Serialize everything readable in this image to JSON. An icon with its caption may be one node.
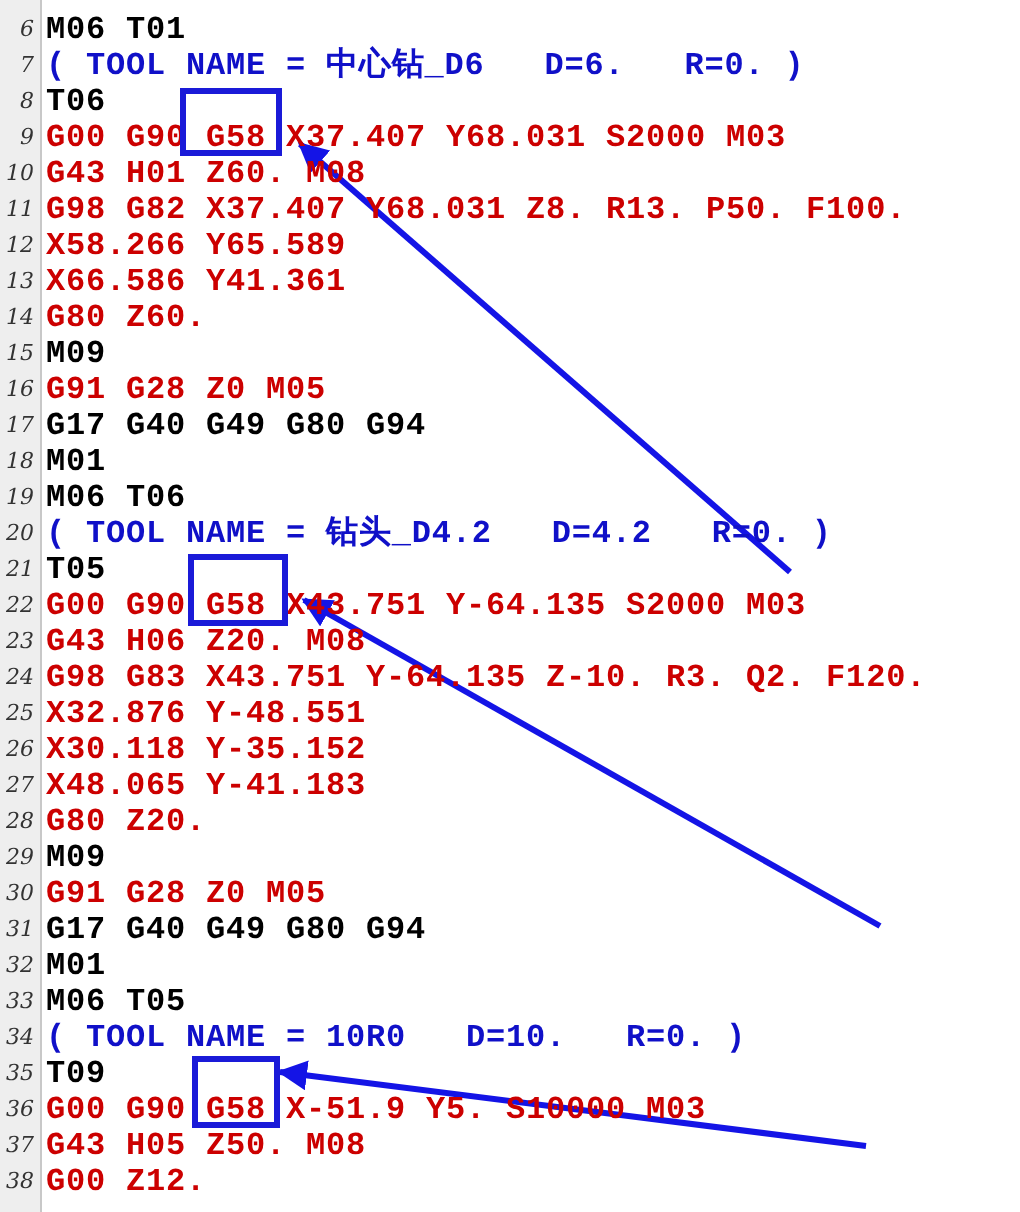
{
  "diagram": {
    "nodes": [
      {
        "text": [],
        "shape": "box"
      },
      {
        "text": [],
        "shape": "box"
      },
      {
        "text": [],
        "shape": "box"
      }
    ],
    "edges": [
      {
        "from": null,
        "to": 0,
        "arrow": "to"
      },
      {
        "from": null,
        "to": 1,
        "arrow": "to"
      },
      {
        "from": null,
        "to": 2,
        "arrow": "to"
      }
    ],
    "labels": [
      "6",
      "M06 T01",
      "7",
      "( TOOL NAME = 中心钻_D6   D=6.   R=0. )",
      "8",
      "T06",
      "9",
      "G00 G90 G58 X37.407 Y68.031 S2000 M03",
      "10",
      "G43 H01 Z60. M08",
      "11",
      "G98 G82 X37.407 Y68.031 Z8. R13. P50. F100.",
      "12",
      "X58.266 Y65.589",
      "13",
      "X66.586 Y41.361",
      "14",
      "G80 Z60.",
      "15",
      "M09",
      "16",
      "G91 G28 Z0 M05",
      "17",
      "G17 G40 G49 G80 G94",
      "18",
      "M01",
      "19",
      "M06 T06",
      "20",
      "( TOOL NAME = 钻头_D4.2   D=4.2   R=0. )",
      "21",
      "T05",
      "22",
      "G00 G90 G58 X43.751 Y-64.135 S2000 M03",
      "23",
      "G43 H06 Z20. M08",
      "24",
      "G98 G83 X43.751 Y-64.135 Z-10. R3. Q2. F120.",
      "25",
      "X32.876 Y-48.551",
      "26",
      "X30.118 Y-35.152",
      "27",
      "X48.065 Y-41.183",
      "28",
      "G80 Z20.",
      "29",
      "M09",
      "30",
      "G91 G28 Z0 M05",
      "31",
      "G17 G40 G49 G80 G94",
      "32",
      "M01",
      "33",
      "M06 T05",
      "34",
      "( TOOL NAME = 10R0   D=10.   R=0. )",
      "35",
      "T09",
      "36",
      "G00 G90 G58 X-51.9 Y5. S10000 M03",
      "37",
      "G43 H05 Z50. M08",
      "38",
      "G00 Z12."
    ]
  }
}
